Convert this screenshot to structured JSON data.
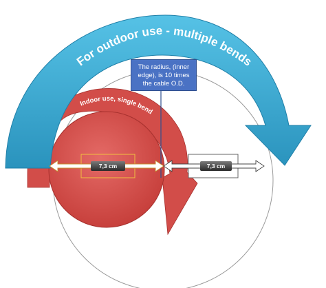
{
  "outdoor_arrow": {
    "label": "For outdoor use - multiple bends",
    "color": "#3aaed6"
  },
  "indoor_arrow": {
    "label": "Indoor use, single bend",
    "color": "#d9534f"
  },
  "callout": {
    "lines": [
      "The radius, (inner",
      "edge), is 10 times",
      "the cable O.D."
    ],
    "color": "#4a72c4"
  },
  "measurements": {
    "indoor": "7,3 cm",
    "outdoor": "7,3 cm"
  }
}
